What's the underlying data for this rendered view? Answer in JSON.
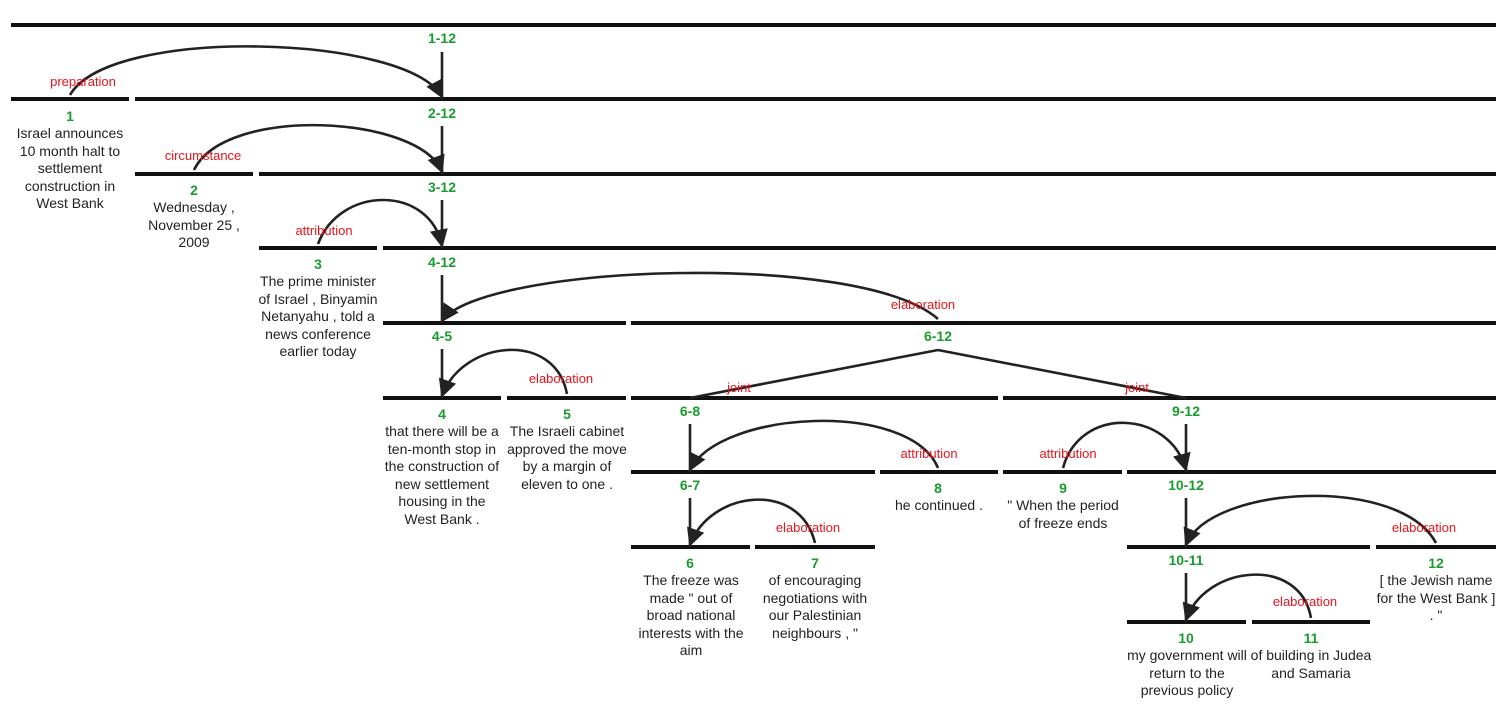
{
  "colors": {
    "span_label": "#1a9c2e",
    "relation_label": "#e8141c",
    "line": "#111111",
    "text": "#222222"
  },
  "spans": {
    "s1_12": "1-12",
    "s2_12": "2-12",
    "s3_12": "3-12",
    "s4_12": "4-12",
    "s4_5": "4-5",
    "s6_12": "6-12",
    "s6_8": "6-8",
    "s9_12": "9-12",
    "s6_7": "6-7",
    "s10_12": "10-12",
    "s10_11": "10-11"
  },
  "relations": {
    "r1": "preparation",
    "r2": "circumstance",
    "r3": "attribution",
    "r4": "elaboration",
    "r5": "elaboration",
    "r6a": "joint",
    "r6b": "joint",
    "r8": "attribution",
    "r9": "attribution",
    "r7": "elaboration",
    "r12": "elaboration",
    "r11": "elaboration"
  },
  "edus": {
    "e1": {
      "num": "1",
      "text": "Israel announces 10 month halt to settlement construction in West Bank"
    },
    "e2": {
      "num": "2",
      "text": "Wednesday , November 25 , 2009"
    },
    "e3": {
      "num": "3",
      "text": "The prime minister of Israel , Binyamin Netanyahu , told a news conference earlier today"
    },
    "e4": {
      "num": "4",
      "text": "that there will be a ten-month stop in the construction of new settlement housing in the West Bank ."
    },
    "e5": {
      "num": "5",
      "text": "The Israeli cabinet approved the move by a margin of eleven to one ."
    },
    "e6": {
      "num": "6",
      "text": "The freeze was made \" out of broad national interests with the aim"
    },
    "e7": {
      "num": "7",
      "text": "of encouraging negotiations with our Palestinian neighbours , \""
    },
    "e8": {
      "num": "8",
      "text": "he continued ."
    },
    "e9": {
      "num": "9",
      "text": "\" When the period of freeze ends"
    },
    "e10": {
      "num": "10",
      "text": "my government will return to the previous policy"
    },
    "e11": {
      "num": "11",
      "text": "of building in Judea and Samaria"
    },
    "e12": {
      "num": "12",
      "text": "[ the Jewish name for the West Bank ] . \""
    }
  }
}
